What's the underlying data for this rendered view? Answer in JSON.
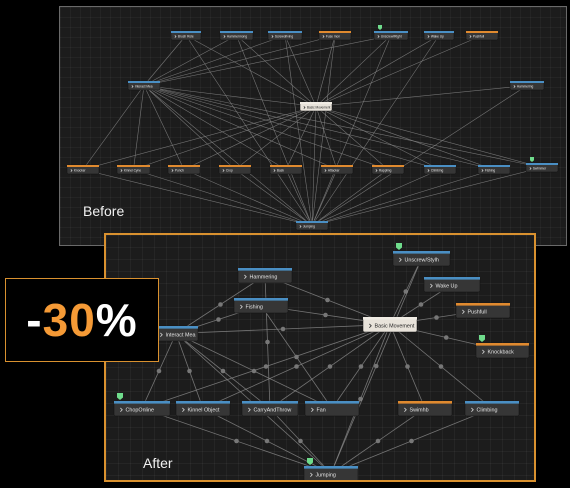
{
  "labels": {
    "before": "Before",
    "after": "After"
  },
  "badge": {
    "sign": "-",
    "number": "30",
    "percent": "%"
  },
  "colors": {
    "node_blue": "#4a8fc4",
    "node_orange": "#e08a2f",
    "node_white": "#f0ece4",
    "node_body": "#363636",
    "edge": "#8a8a8a",
    "accent": "#d9912f",
    "marker": "#6fdc8c"
  },
  "after_nodes": [
    {
      "label": "Hammering",
      "kind": "blue",
      "marker": false
    },
    {
      "label": "Fishing",
      "kind": "blue",
      "marker": false
    },
    {
      "label": "Interact Mea",
      "kind": "blue",
      "marker": false
    },
    {
      "label": "Basic Movement",
      "kind": "white",
      "marker": false
    },
    {
      "label": "Unscrew/Stylh",
      "kind": "blue",
      "marker": true
    },
    {
      "label": "Wake Up",
      "kind": "blue",
      "marker": false
    },
    {
      "label": "Pushfull",
      "kind": "orange",
      "marker": false
    },
    {
      "label": "Knockback",
      "kind": "orange",
      "marker": true
    },
    {
      "label": "ChopOnline",
      "kind": "blue",
      "marker": true
    },
    {
      "label": "Kinnel Object",
      "kind": "blue",
      "marker": false
    },
    {
      "label": "CarryAndThrow",
      "kind": "blue",
      "marker": false
    },
    {
      "label": "Fan",
      "kind": "blue",
      "marker": false
    },
    {
      "label": "Swimhb",
      "kind": "orange",
      "marker": false
    },
    {
      "label": "Climbing",
      "kind": "blue",
      "marker": false
    },
    {
      "label": "Jumping",
      "kind": "blue",
      "marker": true
    }
  ],
  "before_nodes": [
    {
      "label": "Brush Role",
      "kind": "blue",
      "marker": false
    },
    {
      "label": "Hammermong",
      "kind": "blue",
      "marker": false
    },
    {
      "label": "Screwdriving",
      "kind": "blue",
      "marker": false
    },
    {
      "label": "Fuse mon",
      "kind": "orange",
      "marker": false
    },
    {
      "label": "Unscrew/Right",
      "kind": "blue",
      "marker": true
    },
    {
      "label": "Wake Up",
      "kind": "blue",
      "marker": false
    },
    {
      "label": "Pushfull",
      "kind": "orange",
      "marker": false
    },
    {
      "label": "Interact Mea",
      "kind": "blue",
      "marker": false
    },
    {
      "label": "Basic Movement",
      "kind": "white",
      "marker": false
    },
    {
      "label": "Hammering",
      "kind": "blue",
      "marker": false
    },
    {
      "label": "Knocker",
      "kind": "orange",
      "marker": false
    },
    {
      "label": "Kinnel Cyne",
      "kind": "orange",
      "marker": false
    },
    {
      "label": "Punch",
      "kind": "orange",
      "marker": false
    },
    {
      "label": "Crop",
      "kind": "orange",
      "marker": false
    },
    {
      "label": "Bask",
      "kind": "orange",
      "marker": false
    },
    {
      "label": "Attacker",
      "kind": "orange",
      "marker": false
    },
    {
      "label": "Rappling",
      "kind": "orange",
      "marker": false
    },
    {
      "label": "Climbing",
      "kind": "blue",
      "marker": false
    },
    {
      "label": "Fishing",
      "kind": "blue",
      "marker": false
    },
    {
      "label": "Swimmer",
      "kind": "blue",
      "marker": true
    },
    {
      "label": "Jumping",
      "kind": "blue",
      "marker": false
    }
  ],
  "after_edges": [
    [
      0,
      3
    ],
    [
      1,
      3
    ],
    [
      2,
      3
    ],
    [
      3,
      4
    ],
    [
      3,
      5
    ],
    [
      3,
      6
    ],
    [
      3,
      7
    ],
    [
      3,
      8
    ],
    [
      3,
      9
    ],
    [
      3,
      10
    ],
    [
      3,
      11
    ],
    [
      3,
      12
    ],
    [
      3,
      13
    ],
    [
      3,
      14
    ],
    [
      2,
      0
    ],
    [
      2,
      1
    ],
    [
      2,
      8
    ],
    [
      2,
      9
    ],
    [
      2,
      10
    ],
    [
      2,
      11
    ],
    [
      2,
      14
    ],
    [
      8,
      14
    ],
    [
      9,
      14
    ],
    [
      10,
      14
    ],
    [
      13,
      14
    ],
    [
      12,
      14
    ],
    [
      4,
      14
    ],
    [
      1,
      11
    ],
    [
      0,
      10
    ]
  ],
  "before_edges": [
    [
      8,
      0
    ],
    [
      8,
      1
    ],
    [
      8,
      2
    ],
    [
      8,
      3
    ],
    [
      8,
      4
    ],
    [
      8,
      5
    ],
    [
      8,
      6
    ],
    [
      8,
      7
    ],
    [
      8,
      9
    ],
    [
      8,
      10
    ],
    [
      8,
      11
    ],
    [
      8,
      12
    ],
    [
      8,
      13
    ],
    [
      8,
      14
    ],
    [
      8,
      15
    ],
    [
      8,
      16
    ],
    [
      8,
      17
    ],
    [
      8,
      18
    ],
    [
      8,
      19
    ],
    [
      8,
      20
    ],
    [
      7,
      0
    ],
    [
      7,
      1
    ],
    [
      7,
      2
    ],
    [
      7,
      3
    ],
    [
      7,
      4
    ],
    [
      7,
      10
    ],
    [
      7,
      11
    ],
    [
      7,
      12
    ],
    [
      7,
      13
    ],
    [
      7,
      14
    ],
    [
      7,
      15
    ],
    [
      7,
      16
    ],
    [
      7,
      17
    ],
    [
      7,
      18
    ],
    [
      7,
      19
    ],
    [
      7,
      20
    ],
    [
      20,
      10
    ],
    [
      20,
      11
    ],
    [
      20,
      12
    ],
    [
      20,
      13
    ],
    [
      20,
      14
    ],
    [
      20,
      15
    ],
    [
      20,
      16
    ],
    [
      20,
      17
    ],
    [
      20,
      18
    ],
    [
      20,
      19
    ],
    [
      0,
      20
    ],
    [
      1,
      20
    ],
    [
      2,
      20
    ],
    [
      3,
      20
    ],
    [
      4,
      20
    ],
    [
      5,
      20
    ],
    [
      9,
      20
    ]
  ]
}
